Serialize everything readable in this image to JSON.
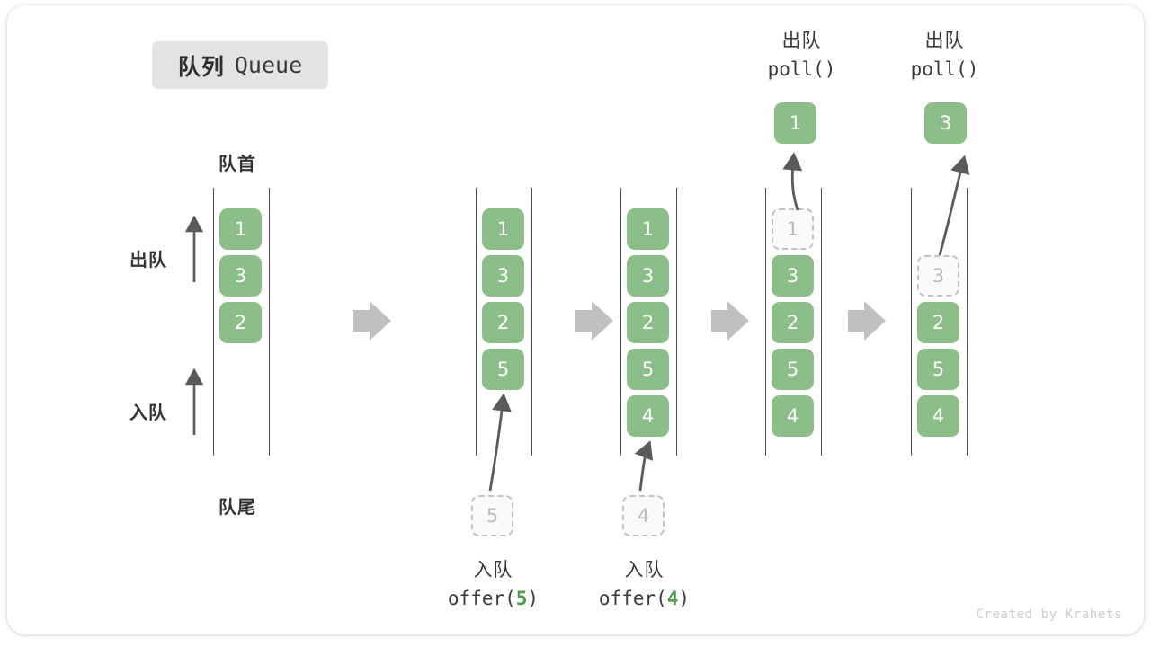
{
  "title": {
    "cn": "队列",
    "en": "Queue"
  },
  "labels": {
    "head": "队首",
    "tail": "队尾",
    "dequeue": "出队",
    "enqueue": "入队"
  },
  "watermark": "Created by Krahets",
  "colors": {
    "box_fill": "#8cbe8a",
    "box_text": "#ffffff",
    "ghost_fill": "#fafafa",
    "ghost_border": "#c2c2c2",
    "ghost_text": "#bbbbbb",
    "rail": "#4d4d4d",
    "arrow": "#5a5a5a",
    "step_arrow": "#c0c0c0",
    "badge_bg": "#e3e3e3",
    "accent_green": "#4e9a4e",
    "watermark": "#cdcdcd"
  },
  "side_labels": [
    {
      "name": "dequeue",
      "text": "出队"
    },
    {
      "name": "enqueue",
      "text": "入队"
    }
  ],
  "operations": [
    {
      "name": "enqueue-5",
      "cn": "入队",
      "fn": "offer(",
      "arg": "5",
      "close": ")"
    },
    {
      "name": "enqueue-4",
      "cn": "入队",
      "fn": "offer(",
      "arg": "4",
      "close": ")"
    },
    {
      "name": "dequeue-1",
      "cn": "出队",
      "fn": "poll(",
      "arg": "",
      "close": ")"
    },
    {
      "name": "dequeue-3",
      "cn": "出队",
      "fn": "poll(",
      "arg": "",
      "close": ")"
    }
  ],
  "columns": [
    {
      "name": "queue-state-initial",
      "slots": [
        {
          "value": "1",
          "state": "filled"
        },
        {
          "value": "3",
          "state": "filled"
        },
        {
          "value": "2",
          "state": "filled"
        }
      ]
    },
    {
      "name": "queue-state-after-offer-5",
      "slots": [
        {
          "value": "1",
          "state": "filled"
        },
        {
          "value": "3",
          "state": "filled"
        },
        {
          "value": "2",
          "state": "filled"
        },
        {
          "value": "5",
          "state": "filled"
        }
      ]
    },
    {
      "name": "queue-state-after-offer-4",
      "slots": [
        {
          "value": "1",
          "state": "filled"
        },
        {
          "value": "3",
          "state": "filled"
        },
        {
          "value": "2",
          "state": "filled"
        },
        {
          "value": "5",
          "state": "filled"
        },
        {
          "value": "4",
          "state": "filled"
        }
      ]
    },
    {
      "name": "queue-state-polling-1",
      "slots": [
        {
          "value": "1",
          "state": "ghost"
        },
        {
          "value": "3",
          "state": "filled"
        },
        {
          "value": "2",
          "state": "filled"
        },
        {
          "value": "5",
          "state": "filled"
        },
        {
          "value": "4",
          "state": "filled"
        }
      ]
    },
    {
      "name": "queue-state-polling-3",
      "slots": [
        {
          "value": "",
          "state": "empty"
        },
        {
          "value": "3",
          "state": "ghost"
        },
        {
          "value": "2",
          "state": "filled"
        },
        {
          "value": "5",
          "state": "filled"
        },
        {
          "value": "4",
          "state": "filled"
        }
      ]
    }
  ],
  "incoming": [
    {
      "name": "incoming-5",
      "value": "5"
    },
    {
      "name": "incoming-4",
      "value": "4"
    }
  ],
  "outgoing": [
    {
      "name": "outgoing-1",
      "value": "1"
    },
    {
      "name": "outgoing-3",
      "value": "3"
    }
  ]
}
